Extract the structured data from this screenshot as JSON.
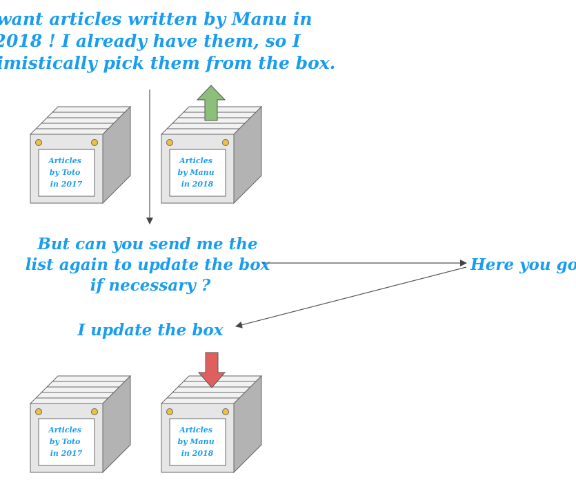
{
  "texts": {
    "intro": [
      "I want articles written by Manu in",
      "2018 ! I already have them, so I",
      "optimistically pick them from the box."
    ],
    "question": [
      "But can you send me the",
      "list again to update the box",
      "if necessary ?"
    ],
    "reply": "Here you go",
    "update": "I update the box"
  },
  "boxes": {
    "top_left": [
      "Articles",
      "by Toto",
      "in 2017"
    ],
    "top_right": [
      "Articles",
      "by Manu",
      "in 2018"
    ],
    "bottom_left": [
      "Articles",
      "by Toto",
      "in 2017"
    ],
    "bottom_right": [
      "Articles",
      "by Manu",
      "in 2018"
    ]
  },
  "colors": {
    "text": "#1a9df0",
    "pick_arrow": "#8bbf7a",
    "put_arrow": "#df5f5f"
  }
}
